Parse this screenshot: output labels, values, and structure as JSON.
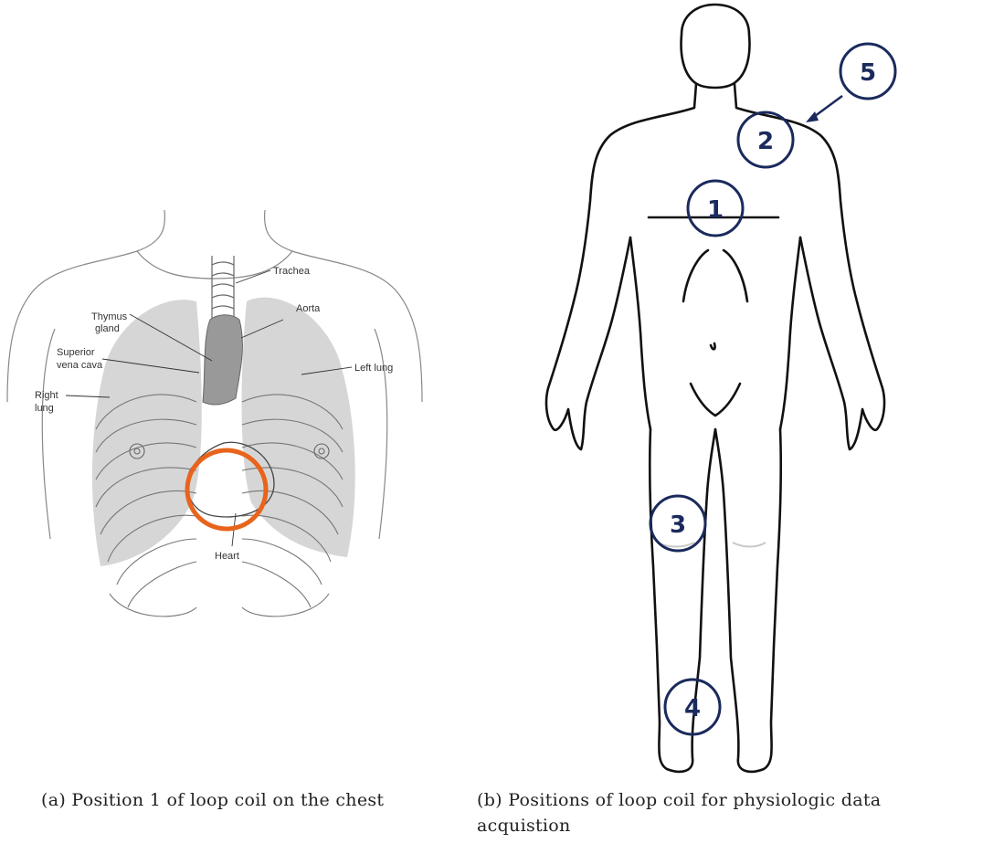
{
  "panel_a": {
    "labels": {
      "trachea": "Trachea",
      "thymus_1": "Thymus",
      "thymus_2": "gland",
      "aorta": "Aorta",
      "superior_1": "Superior",
      "superior_2": "vena cava",
      "left_lung": "Left lung",
      "right_1": "Right",
      "right_2": "lung",
      "heart": "Heart"
    },
    "caption": "(a) Position 1 of loop coil on the chest",
    "highlight_color": "#e8641c"
  },
  "panel_b": {
    "markers": [
      "1",
      "2",
      "3",
      "4",
      "5"
    ],
    "caption": "(b) Positions of loop coil for physiologic data acquistion",
    "marker_color": "#1a2a5c"
  }
}
